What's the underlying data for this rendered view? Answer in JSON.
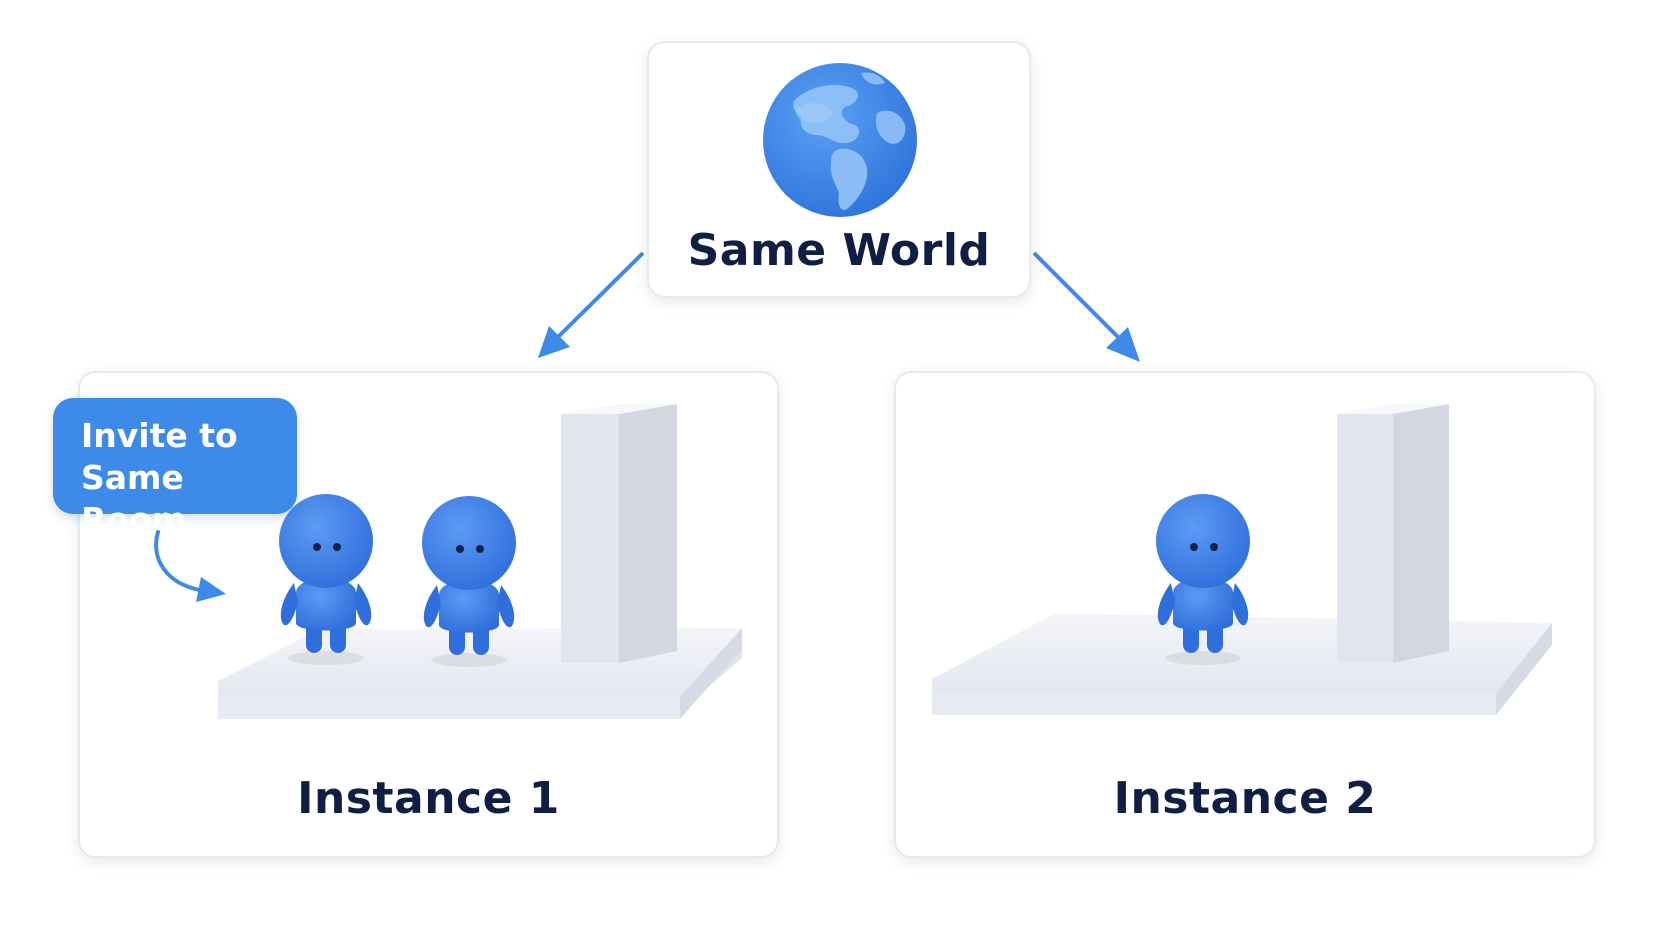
{
  "world": {
    "title": "Same World",
    "icon": "globe-icon"
  },
  "invite": {
    "line1": "Invite to",
    "line2": "Same Room"
  },
  "instances": [
    {
      "title": "Instance 1",
      "avatars": 2
    },
    {
      "title": "Instance 2",
      "avatars": 1
    }
  ],
  "colors": {
    "accent": "#3d8ae8",
    "avatar": "#3b82ee",
    "title": "#0f1f44",
    "platform": "#eef0f7",
    "pillar": "#e3e6ef"
  }
}
